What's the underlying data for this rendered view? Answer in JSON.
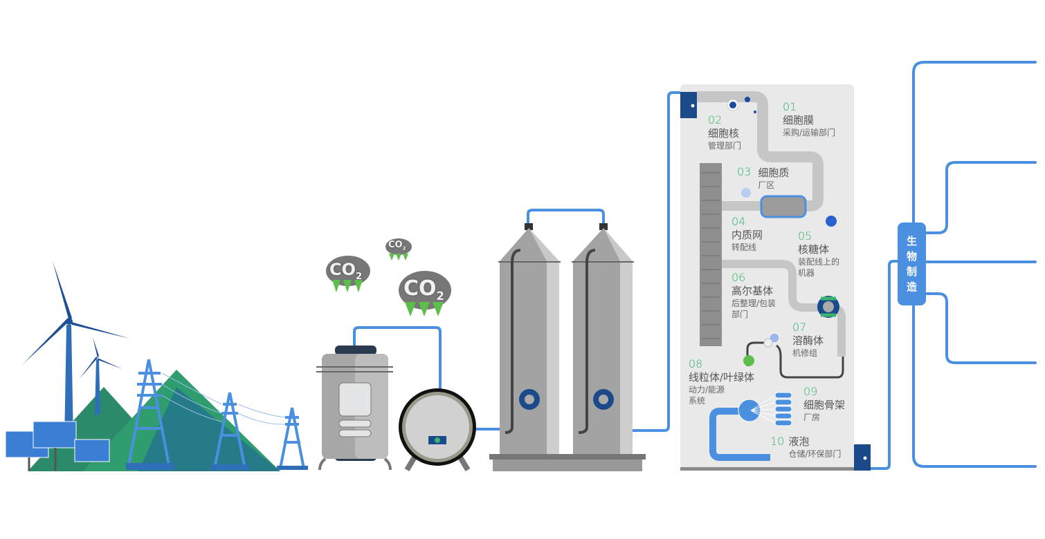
{
  "hub": {
    "title_chars": [
      "生",
      "物",
      "制",
      "造"
    ]
  },
  "co2": {
    "main": "CO",
    "sub": "2"
  },
  "organelles": [
    {
      "num": "01",
      "name": "细胞膜",
      "dept": "采购/运输部门"
    },
    {
      "num": "02",
      "name": "细胞核",
      "dept": "管理部门"
    },
    {
      "num": "03",
      "name": "细胞质",
      "dept": "厂区"
    },
    {
      "num": "04",
      "name": "内质网",
      "dept": "转配线"
    },
    {
      "num": "05",
      "name": "核糖体",
      "dept": "装配线上的",
      "dept2": "机器"
    },
    {
      "num": "06",
      "name": "高尔基体",
      "dept": "后整理/包装",
      "dept2": "部门"
    },
    {
      "num": "07",
      "name": "溶酶体",
      "dept": "机修组"
    },
    {
      "num": "08",
      "name": "线粒体/叶绿体",
      "dept": "动力/能源",
      "dept2": "系统"
    },
    {
      "num": "09",
      "name": "细胞骨架",
      "dept": "厂房"
    },
    {
      "num": "10",
      "name": "液泡",
      "dept": "仓储/环保部门"
    }
  ],
  "colors": {
    "pipe": "#4a8fe0",
    "accent_green": "#2fb36a",
    "navy": "#1a4a8a",
    "panel": "#e9e9e9"
  }
}
